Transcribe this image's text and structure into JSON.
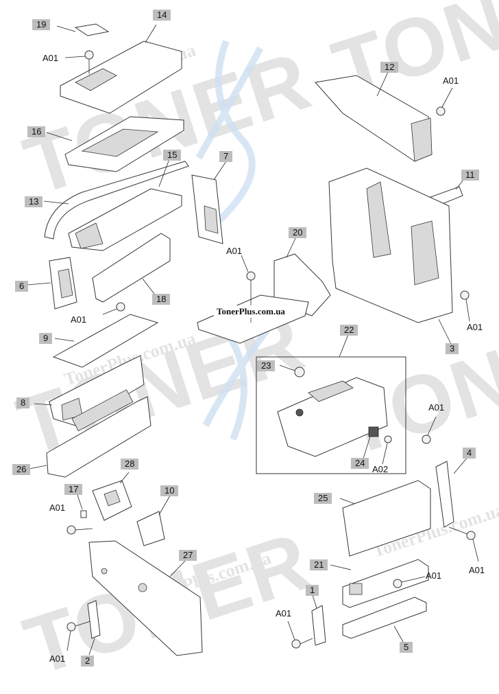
{
  "watermark": {
    "logo_text": "TONER",
    "url_text": "TonerPlus.com.ua",
    "banner_text": "TonerPlus.com.ua"
  },
  "callouts": {
    "c19": "19",
    "c14": "14",
    "a01_14": "A01",
    "c16": "16",
    "c15": "15",
    "c13": "13",
    "c7": "7",
    "c12": "12",
    "a01_12": "A01",
    "c11": "11",
    "c20": "20",
    "a01_20": "A01",
    "c6": "6",
    "c18": "18",
    "a01_9": "A01",
    "c9": "9",
    "a01_3": "A01",
    "c3": "3",
    "c22": "22",
    "c23": "23",
    "c8": "8",
    "a01_24": "A01",
    "c26": "26",
    "c24": "24",
    "a02": "A02",
    "c28": "28",
    "c10": "10",
    "c4": "4",
    "c17": "17",
    "a01_17": "A01",
    "c25": "25",
    "c27": "27",
    "a01_4": "A01",
    "c21": "21",
    "a01_21": "A01",
    "c1": "1",
    "a01_1": "A01",
    "c5": "5",
    "a01_2": "A01",
    "c2": "2"
  }
}
